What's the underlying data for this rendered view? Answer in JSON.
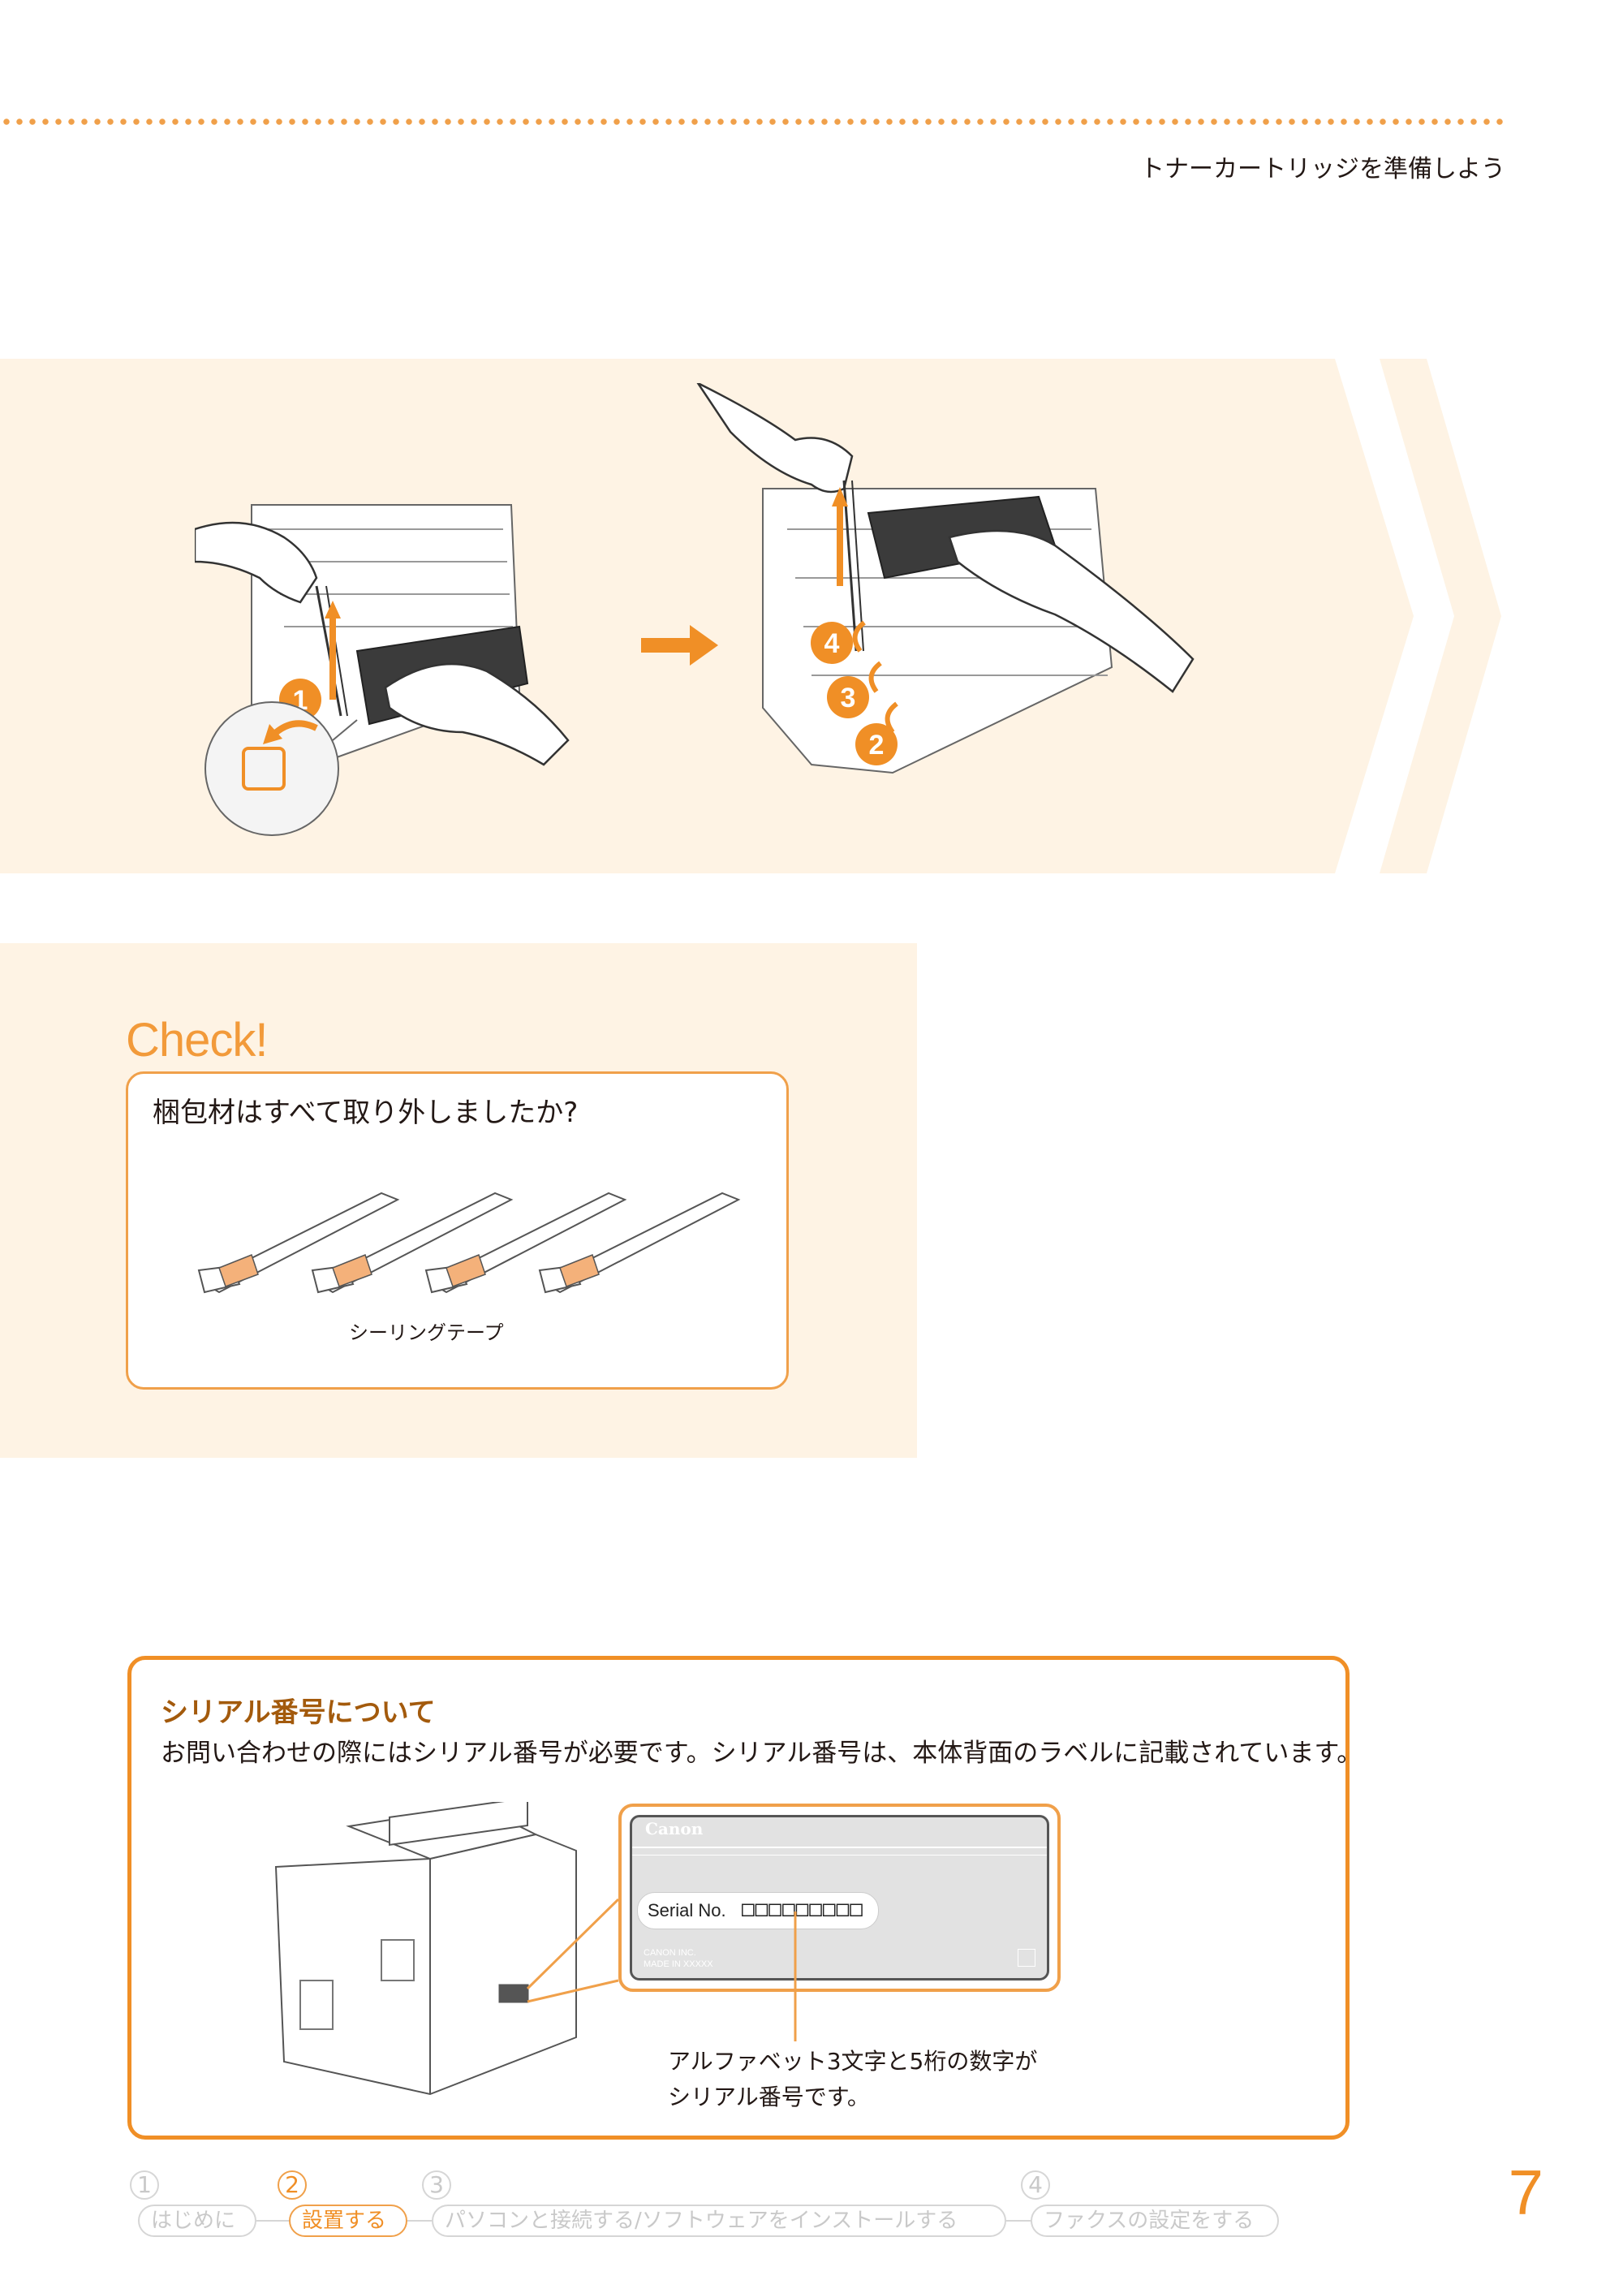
{
  "header": {
    "running_title": "トナーカートリッジを準備しよう"
  },
  "steps": {
    "badges": [
      "1",
      "4",
      "3",
      "2"
    ]
  },
  "check": {
    "title": "Check!",
    "question": "梱包材はすべて取り外しましたか?",
    "caption": "シーリングテープ"
  },
  "serial": {
    "title": "シリアル番号について",
    "body": "お問い合わせの際にはシリアル番号が必要です。シリアル番号は、本体背面のラベルに記載されています。",
    "label_brand": "Canon",
    "label_field": "Serial No.",
    "label_value": "□□□□□□□□□",
    "label_maker_1": "CANON INC.",
    "label_maker_2": "MADE IN XXXXX",
    "callout_line1": "アルファベット3文字と5桁の数字が",
    "callout_line2": "シリアル番号です。"
  },
  "nav": {
    "items": [
      {
        "num": "1",
        "label": "はじめに"
      },
      {
        "num": "2",
        "label": "設置する"
      },
      {
        "num": "3",
        "label": "パソコンと接続する/ソフトウェアをインストールする"
      },
      {
        "num": "4",
        "label": "ファクスの設定をする"
      }
    ]
  },
  "page_number": "7",
  "colors": {
    "accent": "#f08f26",
    "panel": "#fef3e4"
  }
}
